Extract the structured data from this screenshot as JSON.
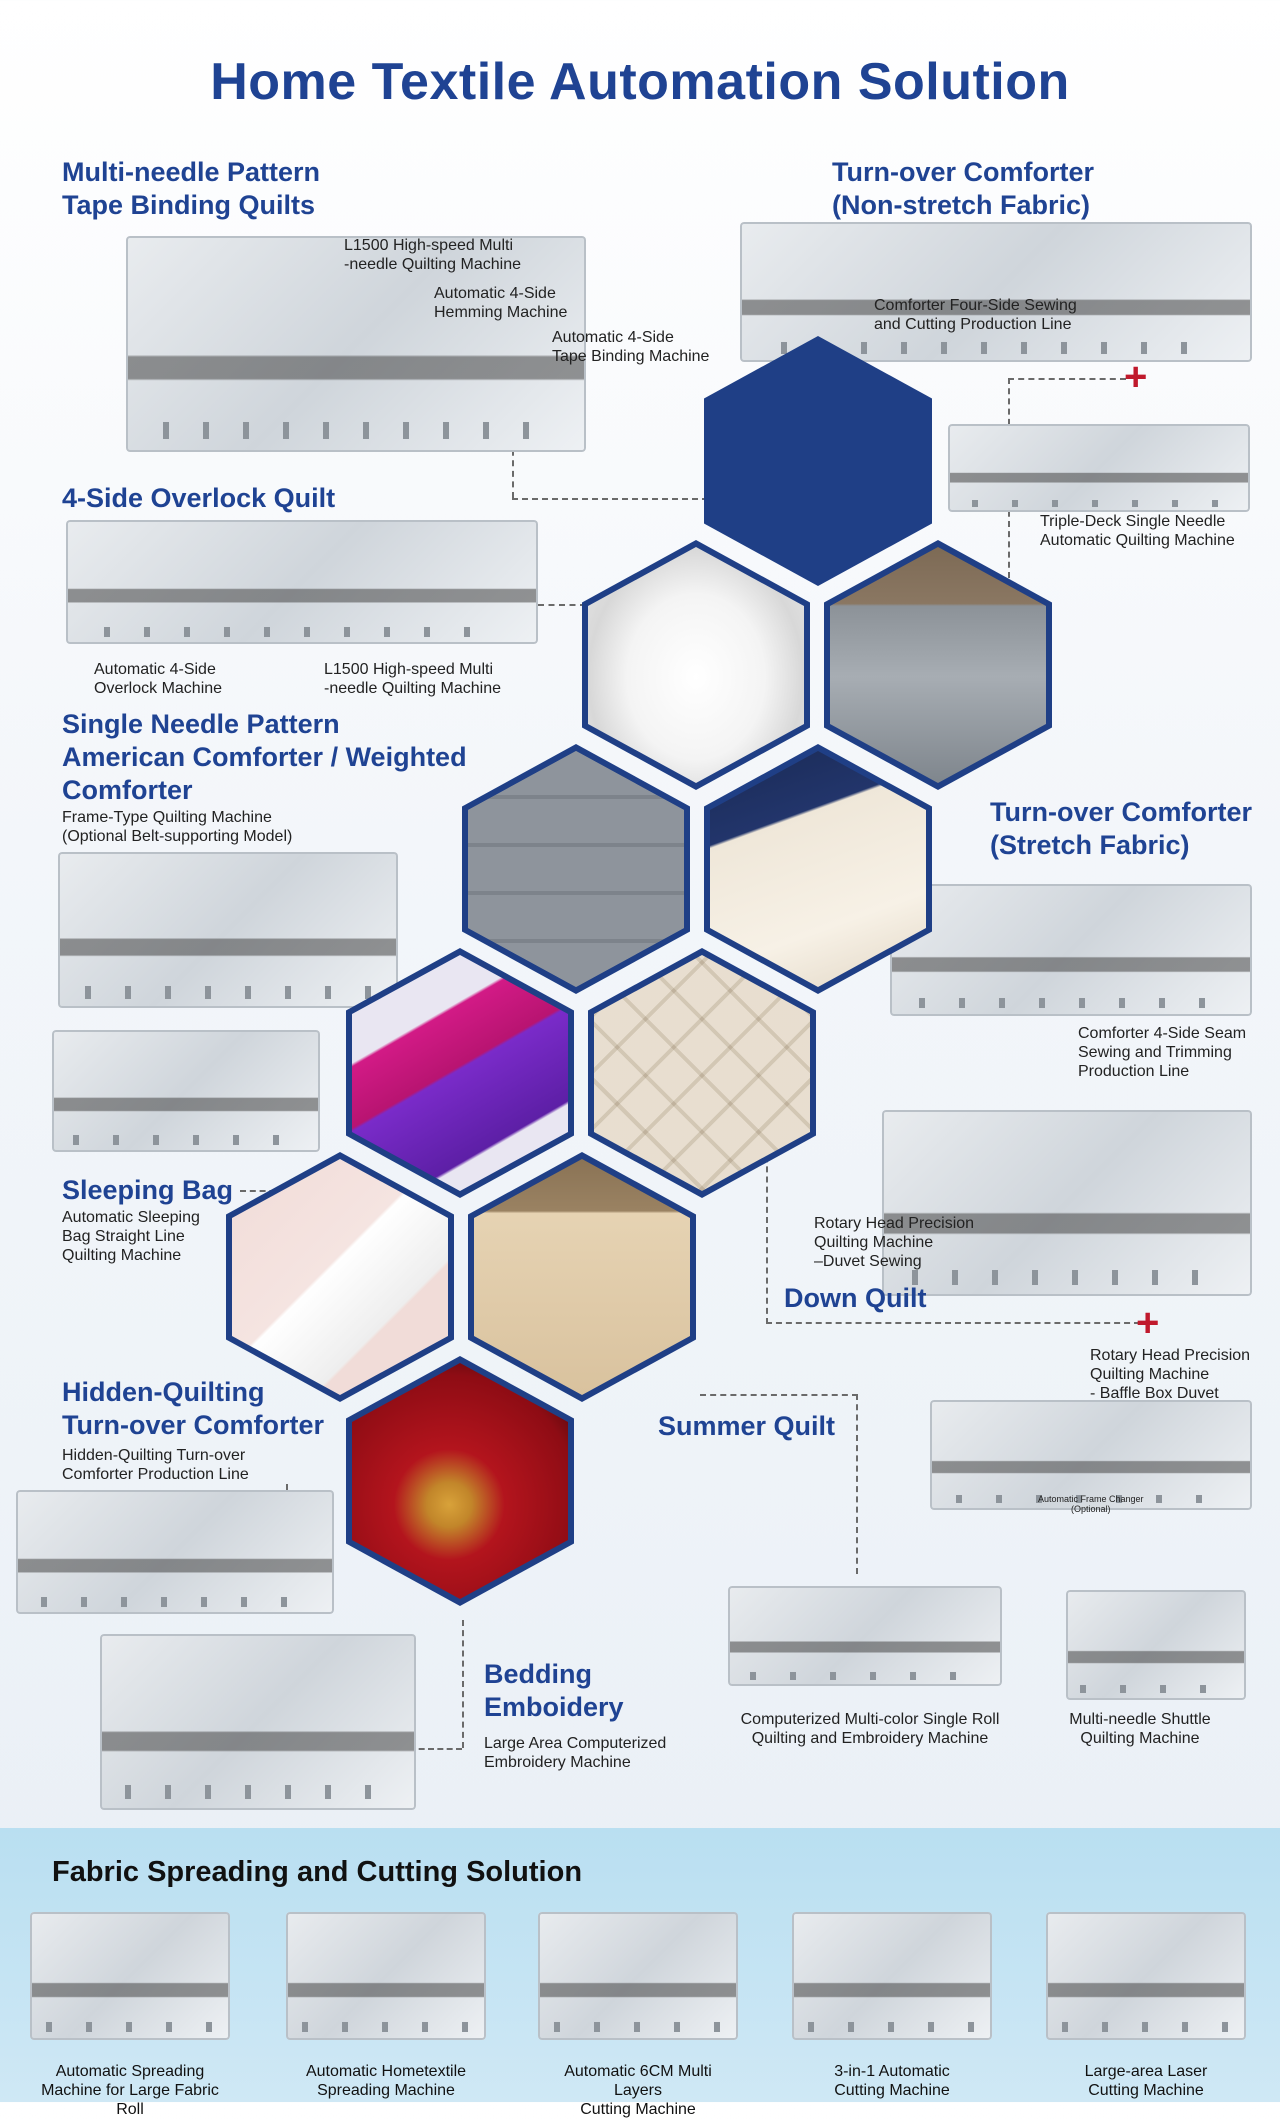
{
  "title": "Home Textile Automation Solution",
  "sections": {
    "multi_needle": {
      "title": "Multi-needle Pattern\nTape Binding Quilts",
      "captions": [
        "L1500 High-speed Multi\n-needle Quilting Machine",
        "Automatic 4-Side\nHemming Machine",
        "Automatic 4-Side\nTape Binding Machine"
      ]
    },
    "turnover_non_stretch": {
      "title": "Turn-over Comforter\n(Non-stretch Fabric)",
      "captions": [
        "Comforter Four-Side Sewing\nand Cutting Production Line",
        "Triple-Deck Single Needle\nAutomatic Quilting Machine"
      ]
    },
    "overlock": {
      "title": "4-Side Overlock Quilt",
      "captions": [
        "Automatic 4-Side\nOverlock Machine",
        "L1500 High-speed Multi\n-needle Quilting Machine"
      ]
    },
    "single_needle": {
      "title": "Single Needle Pattern\nAmerican Comforter / Weighted\nComforter",
      "caption": "Frame-Type Quilting Machine\n(Optional Belt-supporting Model)"
    },
    "turnover_stretch": {
      "title": "Turn-over Comforter\n(Stretch Fabric)",
      "caption": "Comforter 4-Side Seam\nSewing and Trimming\nProduction Line"
    },
    "sleeping_bag": {
      "title": "Sleeping Bag",
      "caption": "Automatic Sleeping\nBag Straight Line\nQuilting Machine"
    },
    "down_quilt": {
      "title": "Down Quilt",
      "captions": [
        "Rotary Head Precision\nQuilting Machine\n–Duvet Sewing",
        "Rotary Head Precision\nQuilting Machine\n- Baffle Box Duvet"
      ],
      "frame_label": "Automatic Frame Changer\n(Optional)"
    },
    "hidden_quilting": {
      "title": "Hidden-Quilting\nTurn-over Comforter",
      "caption": "Hidden-Quilting Turn-over\nComforter Production Line"
    },
    "summer_quilt": {
      "title": "Summer Quilt",
      "captions": [
        "Computerized Multi-color Single Roll\nQuilting and Embroidery Machine",
        "Multi-needle Shuttle\nQuilting Machine"
      ]
    },
    "bedding_embroidery": {
      "title": "Bedding\nEmboidery",
      "caption": "Large Area Computerized\nEmbroidery Machine"
    }
  },
  "plus_sign": "+",
  "fabric": {
    "title": "Fabric Spreading and Cutting Solution",
    "machines": [
      "Automatic Spreading\nMachine for Large Fabric Roll",
      "Automatic Hometextile\nSpreading Machine",
      "Automatic 6CM Multi Layers\nCutting Machine",
      "3-in-1 Automatic\nCutting Machine",
      "Large-area Laser\nCutting Machine"
    ]
  },
  "colors": {
    "brand_blue": "#1f4393",
    "hex_border": "#1f3f86",
    "accent_red": "#c0192c",
    "band_blue": "#b9dff1"
  }
}
